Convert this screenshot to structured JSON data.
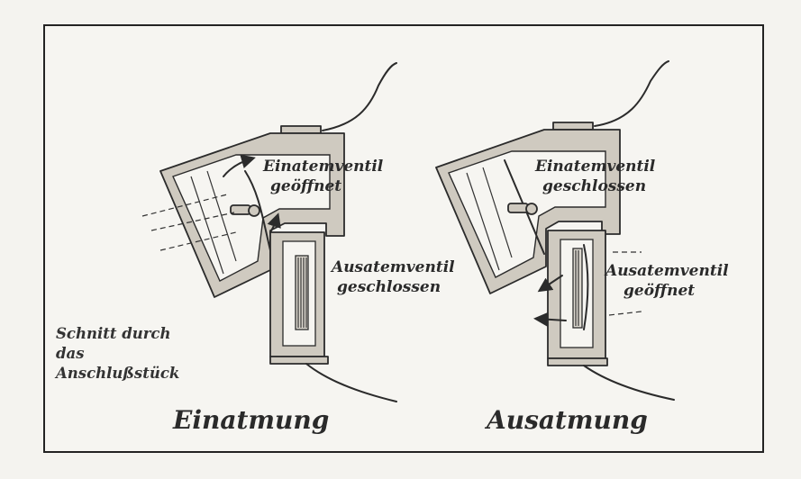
{
  "caption": [
    "Schnitt durch",
    "das",
    "Anschlußstück"
  ],
  "left": {
    "title": "Einatmung",
    "valve1": [
      "Einatemventil",
      "geöffnet"
    ],
    "valve2": [
      "Ausatemventil",
      "geschlossen"
    ]
  },
  "right": {
    "title": "Ausatmung",
    "valve1": [
      "Einatemventil",
      "geschlossen"
    ],
    "valve2": [
      "Ausatemventil",
      "geöffnet"
    ]
  }
}
